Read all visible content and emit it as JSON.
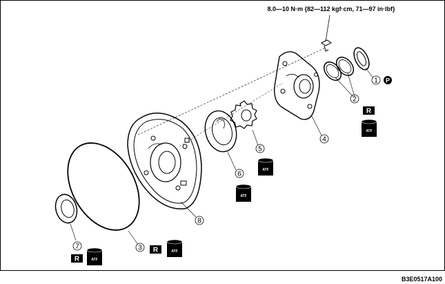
{
  "torque_spec": "8.0—10 N·m {82—112 kgf·cm, 71—97 in·lbf}",
  "figure_code": "B3E0517A100",
  "callouts": [
    "1",
    "2",
    "3",
    "4",
    "5",
    "6",
    "7",
    "8"
  ],
  "p_badge": "P",
  "r_badge": "R",
  "atf_label": "ATF"
}
